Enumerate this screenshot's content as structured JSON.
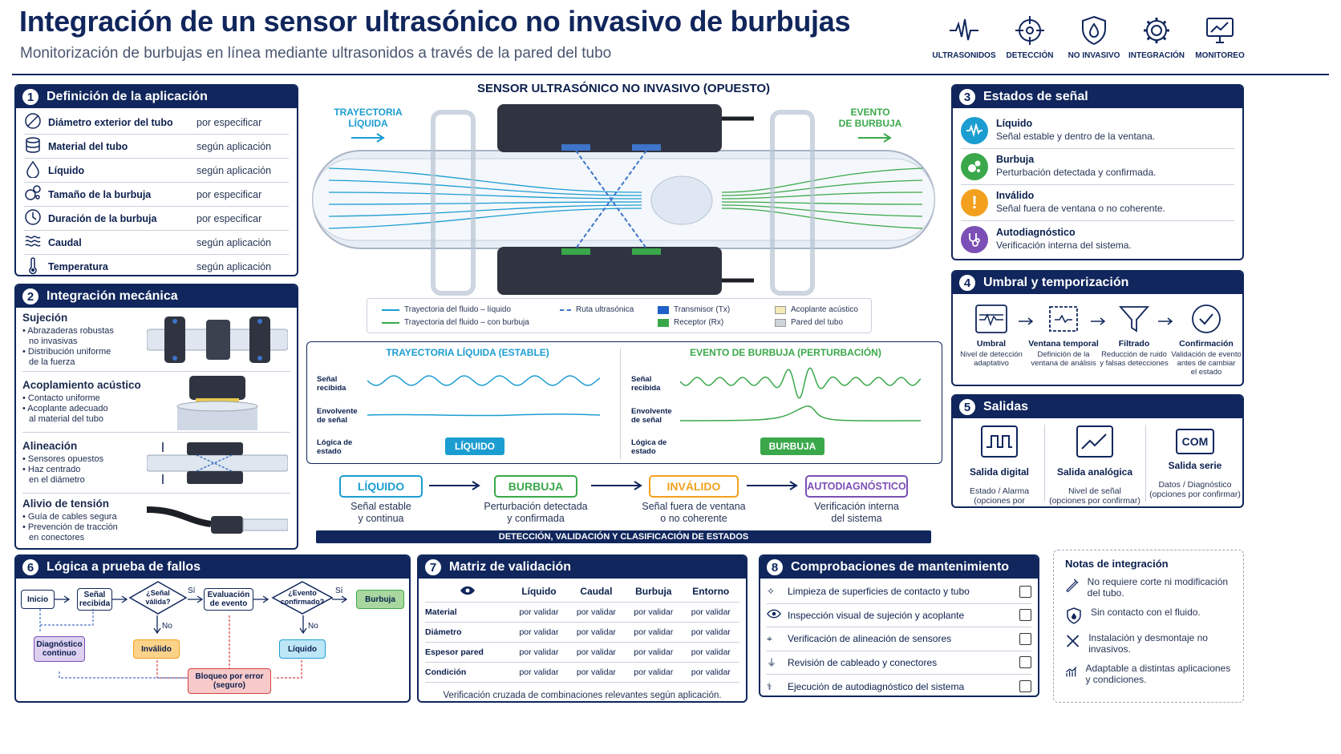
{
  "header": {
    "title": "Integración de un sensor ultrasónico no invasivo de burbujas",
    "subtitle": "Monitorización de burbujas en línea mediante ultrasonidos a través de la pared del tubo",
    "icons": [
      {
        "label": "ULTRASONIDOS",
        "icon": "waveform-icon"
      },
      {
        "label": "DETECCIÓN",
        "icon": "crosshair-icon"
      },
      {
        "label": "NO INVASIVO",
        "icon": "shield-icon"
      },
      {
        "label": "INTEGRACIÓN",
        "icon": "gear-icon"
      },
      {
        "label": "MONITOREO",
        "icon": "monitor-icon"
      }
    ]
  },
  "section1": {
    "number": "1",
    "title": "Definición de la aplicación",
    "rows": [
      {
        "label": "Diámetro exterior del tubo",
        "value": "por especificar"
      },
      {
        "label": "Material del tubo",
        "value": "según aplicación"
      },
      {
        "label": "Líquido",
        "value": "según aplicación"
      },
      {
        "label": "Tamaño de la burbuja",
        "value": "por especificar"
      },
      {
        "label": "Duración de la burbuja",
        "value": "por especificar"
      },
      {
        "label": "Caudal",
        "value": "según aplicación"
      },
      {
        "label": "Temperatura",
        "value": "según aplicación"
      }
    ]
  },
  "section2": {
    "number": "2",
    "title": "Integración mecánica",
    "items": [
      {
        "title": "Sujeción",
        "bullets": [
          "• Abrazaderas robustas",
          "no invasivas",
          "• Distribución uniforme",
          "de la fuerza"
        ]
      },
      {
        "title": "Acoplamiento acústico",
        "bullets": [
          "• Contacto uniforme",
          "• Acoplante adecuado",
          "al material del tubo"
        ]
      },
      {
        "title": "Alineación",
        "bullets": [
          "• Sensores opuestos",
          "• Haz centrado",
          "en el diámetro"
        ]
      },
      {
        "title": "Alivio de tensión",
        "bullets": [
          "• Guía de cables segura",
          "• Prevención de tracción",
          "en conectores"
        ]
      }
    ]
  },
  "center": {
    "title": "SENSOR ULTRASÓNICO NO INVASIVO (OPUESTO)",
    "left_label": [
      "TRAYECTORIA",
      "LÍQUIDA"
    ],
    "right_label": [
      "EVENTO",
      "DE BURBUJA"
    ],
    "legend": [
      "Trayectoria del fluido – líquido",
      "Trayectoria del fluido – con burbuja",
      "Ruta ultrasónica",
      "Transmisor (Tx)",
      "Receptor (Rx)",
      "Acoplante acústico",
      "Pared del tubo"
    ],
    "wave_left_title": "TRAYECTORIA LÍQUIDA (ESTABLE)",
    "wave_right_title": "EVENTO DE BURBUJA (PERTURBACIÓN)",
    "wave_labels": [
      "Señal recibida",
      "Envolvente de señal",
      "Lógica de estado"
    ],
    "state_left": "LÍQUIDO",
    "state_right": "BURBUJA",
    "flow_states": [
      {
        "label": "LÍQUIDO",
        "desc": [
          "Señal estable",
          "y continua"
        ]
      },
      {
        "label": "BURBUJA",
        "desc": [
          "Perturbación detectada",
          "y confirmada"
        ]
      },
      {
        "label": "INVÁLIDO",
        "desc": [
          "Señal fuera de ventana",
          "o no coherente"
        ]
      },
      {
        "label": "AUTODIAGNÓSTICO",
        "desc": [
          "Verificación interna",
          "del sistema"
        ]
      }
    ],
    "bottom_bar": "DETECCIÓN, VALIDACIÓN Y CLASIFICACIÓN DE ESTADOS"
  },
  "section3": {
    "number": "3",
    "title": "Estados de señal",
    "states": [
      {
        "title": "Líquido",
        "desc": "Señal estable y dentro de la ventana.",
        "color": "#1c9dd1"
      },
      {
        "title": "Burbuja",
        "desc": "Perturbación detectada y confirmada.",
        "color": "#3aa84a"
      },
      {
        "title": "Inválido",
        "desc": "Señal fuera de ventana o no coherente.",
        "color": "#f2a01d"
      },
      {
        "title": "Autodiagnóstico",
        "desc": "Verificación interna del sistema.",
        "color": "#7b4fb5"
      }
    ]
  },
  "section4": {
    "number": "4",
    "title": "Umbral y temporización",
    "steps": [
      {
        "title": "Umbral",
        "desc": [
          "Nivel de detección",
          "adaptativo"
        ]
      },
      {
        "title": "Ventana temporal",
        "desc": [
          "Definición de la",
          "ventana de análisis"
        ]
      },
      {
        "title": "Filtrado",
        "desc": [
          "Reducción de ruido",
          "y falsas detecciones"
        ]
      },
      {
        "title": "Confirmación",
        "desc": [
          "Validación de evento",
          "antes de cambiar",
          "el estado"
        ]
      }
    ]
  },
  "section5": {
    "number": "5",
    "title": "Salidas",
    "outputs": [
      {
        "title": "Salida digital",
        "desc": [
          "Estado / Alarma",
          "(opciones por confirmar)"
        ]
      },
      {
        "title": "Salida analógica",
        "desc": [
          "Nivel de señal",
          "(opciones por confirmar)"
        ]
      },
      {
        "title": "Salida serie",
        "desc": [
          "Datos / Diagnóstico",
          "(opciones por confirmar)"
        ],
        "badge": "COM"
      }
    ]
  },
  "section6": {
    "number": "6",
    "title": "Lógica a prueba de fallos",
    "nodes": {
      "inicio": "Inicio",
      "senal": [
        "Señal",
        "recibida"
      ],
      "valida": [
        "¿Señal",
        "válida?"
      ],
      "evaluacion": [
        "Evaluación",
        "de evento"
      ],
      "confirmado": [
        "¿Evento",
        "confirmado?"
      ],
      "burbuja": "Burbuja",
      "diagnostico": [
        "Diagnóstico",
        "continuo"
      ],
      "invalido": "Inválido",
      "liquido": "Líquido",
      "bloqueo": [
        "Bloqueo por error",
        "(seguro)"
      ],
      "si": "Sí",
      "no": "No"
    }
  },
  "section7": {
    "number": "7",
    "title": "Matriz de validación",
    "columns": [
      "Líquido",
      "Caudal",
      "Burbuja",
      "Entorno"
    ],
    "rows": [
      {
        "label": "Material",
        "cells": [
          "por validar",
          "por validar",
          "por validar",
          "por validar"
        ]
      },
      {
        "label": "Diámetro",
        "cells": [
          "por validar",
          "por validar",
          "por validar",
          "por validar"
        ]
      },
      {
        "label": "Espesor pared",
        "cells": [
          "por validar",
          "por validar",
          "por validar",
          "por validar"
        ]
      },
      {
        "label": "Condición",
        "cells": [
          "por validar",
          "por validar",
          "por validar",
          "por validar"
        ]
      }
    ],
    "footer": "Verificación cruzada de combinaciones relevantes según aplicación."
  },
  "section8": {
    "number": "8",
    "title": "Comprobaciones de mantenimiento",
    "checks": [
      "Limpieza de superficies de contacto y tubo",
      "Inspección visual de sujeción y acoplante",
      "Verificación de alineación de sensores",
      "Revisión de cableado y conectores",
      "Ejecución de autodiagnóstico del sistema"
    ]
  },
  "notes": {
    "title": "Notas de integración",
    "items": [
      "No requiere corte ni modificación del tubo.",
      "Sin contacto con el fluido.",
      "Instalación y desmontaje no invasivos.",
      "Adaptable a distintas aplicaciones y condiciones."
    ]
  },
  "colors": {
    "navy": "#10265c",
    "liquid": "#1c9dd1",
    "bubble": "#3aa84a",
    "invalid": "#f2a01d",
    "diag": "#7b4fb5"
  }
}
